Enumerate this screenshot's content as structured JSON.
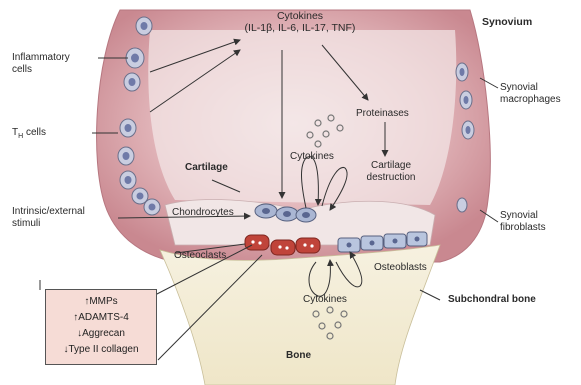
{
  "labels": {
    "cytokines_top": "Cytokines",
    "cytokines_list": "(IL-1β, IL-6, IL-17, TNF)",
    "synovium": "Synovium",
    "inflammatory_cells": "Inflammatory\ncells",
    "synovial_macrophages": "Synovial\nmacrophages",
    "th_cells_base": "T",
    "th_cells_sub": "H",
    "th_cells_rest": " cells",
    "proteinases": "Proteinases",
    "cytokines_mid": "Cytokines",
    "cartilage": "Cartilage",
    "cartilage_destruction": "Cartilage\ndestruction",
    "chondrocytes": "Chondrocytes",
    "intrinsic_stimuli": "Intrinsic/external\nstimuli",
    "synovial_fibroblasts": "Synovial\nfibroblasts",
    "osteoclasts": "Osteoclasts",
    "osteoblasts": "Osteoblasts",
    "subchondral_bone": "Subchondral bone",
    "cytokines_bottom": "Cytokines",
    "bone": "Bone"
  },
  "effects_box": {
    "lines": [
      "↑MMPs",
      "↑ADAMTS-4",
      "↓Aggrecan",
      "↓Type II collagen"
    ]
  },
  "colors": {
    "synovium_pink": "#d9a0a6",
    "cartilage_light": "#f1e6e6",
    "bone_cream": "#f4efdc",
    "osteoclast_red": "#c0443a",
    "cell_blue": "#9fb0cf",
    "box_fill": "#f6dcd6"
  }
}
